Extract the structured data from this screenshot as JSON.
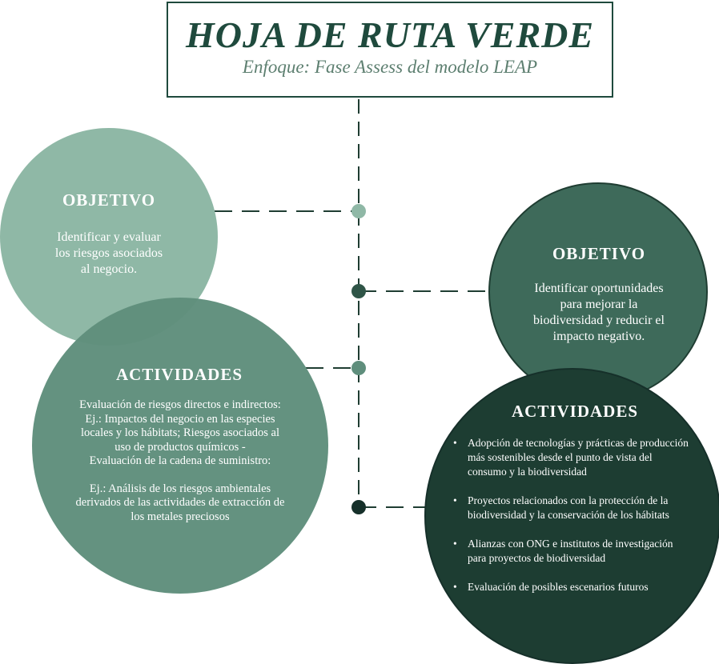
{
  "header": {
    "title": "HOJA DE RUTA VERDE",
    "subtitle": "Enfoque: Fase Assess del modelo LEAP"
  },
  "left": {
    "objective": {
      "heading": "OBJETIVO",
      "text_lines": [
        "Identificar y evaluar",
        "los riesgos asociados",
        "al negocio."
      ]
    },
    "activities": {
      "heading": "ACTIVIDADES",
      "text_lines": [
        "Evaluación de riesgos directos e indirectos:",
        "Ej.: Impactos del negocio en las especies",
        "locales y los hábitats; Riesgos asociados al",
        "uso de productos químicos -",
        "Evaluación de la cadena de suministro:",
        "",
        "Ej.: Análisis de los riesgos ambientales",
        "derivados de las actividades de extracción de",
        "los metales preciosos"
      ]
    }
  },
  "right": {
    "objective": {
      "heading": "OBJETIVO",
      "text_lines": [
        "Identificar oportunidades",
        "para mejorar la",
        "biodiversidad y reducir el",
        "impacto negativo."
      ]
    },
    "activities": {
      "heading": "ACTIVIDADES",
      "items": [
        "Adopción de tecnologías y prácticas de producción más sostenibles desde el punto de vista del consumo y la biodiversidad",
        "Proyectos relacionados con la protección de la biodiversidad y la conservación de los hábitats",
        "Alianzas con ONG e institutos de investigación para proyectos de biodiversidad",
        "Evaluación de posibles escenarios futuros"
      ]
    }
  },
  "colors": {
    "dark_green": "#1d3d32",
    "mid_green": "#3e6a5a",
    "sage": "#5f8e7c",
    "light_sage": "#8fb8a6"
  }
}
